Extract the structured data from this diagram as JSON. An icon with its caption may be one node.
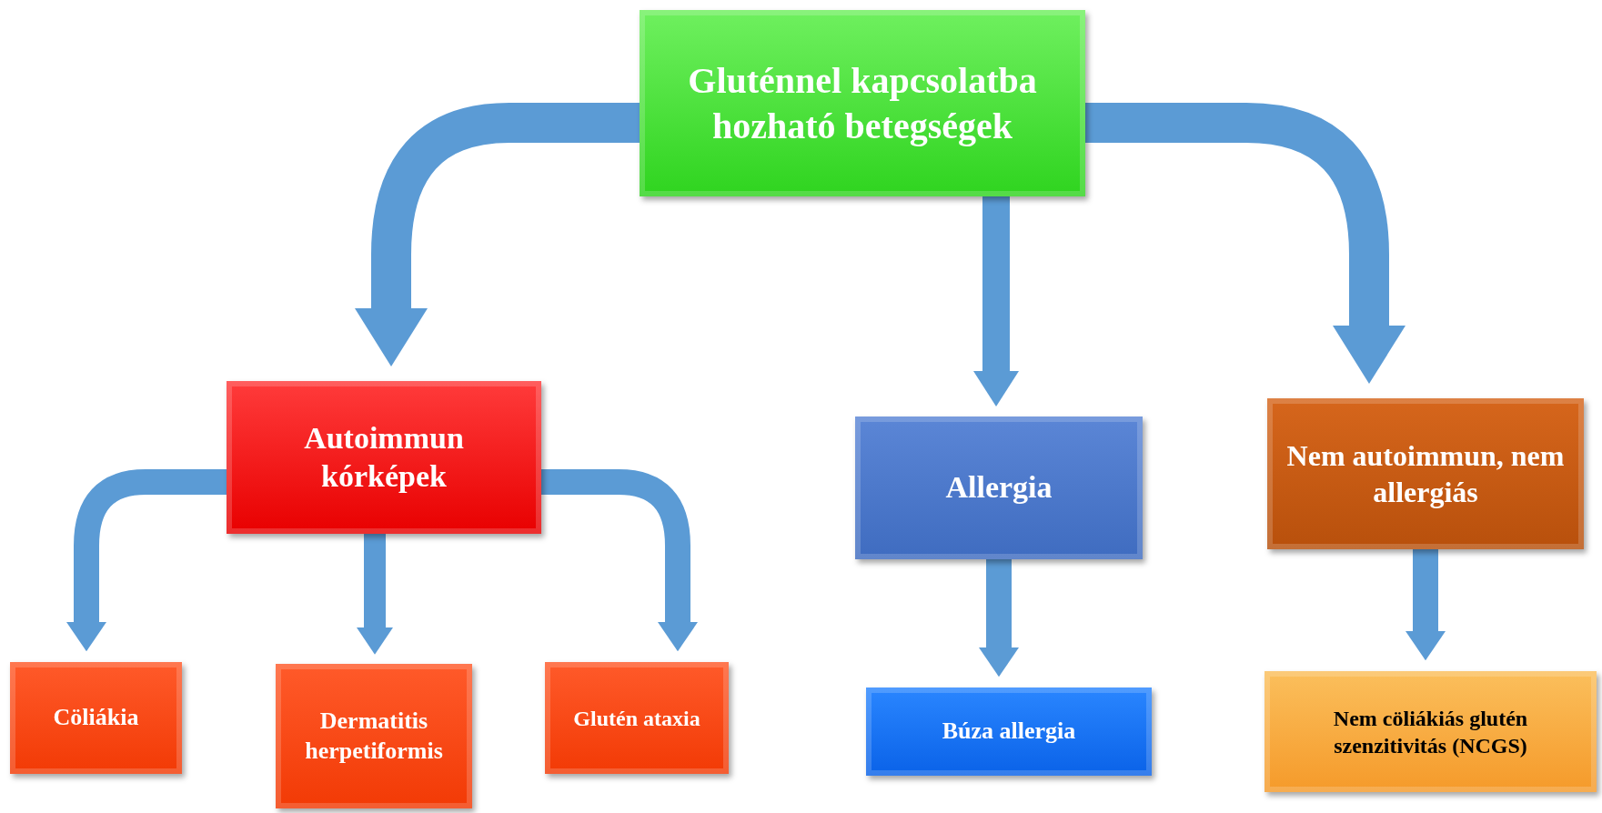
{
  "diagram": {
    "nodes": [
      {
        "text": [
          "Gluténnel kapcsolatba hozható betegségek"
        ]
      },
      {
        "text": [
          "Autoimmun kórképek"
        ]
      },
      {
        "text": [
          "Allergia"
        ]
      },
      {
        "text": [
          "Nem autoimmun, nem allergiás"
        ]
      },
      {
        "text": [
          "Cöliákia"
        ]
      },
      {
        "text": [
          "Dermatitis herpetiformis"
        ]
      },
      {
        "text": [
          "Glutén ataxia"
        ]
      },
      {
        "text": [
          "Búza allergia"
        ]
      },
      {
        "text": [
          "Nem cöliákiás glutén szenzitivitás (NCGS)"
        ]
      }
    ],
    "edges": [
      {
        "from": 0,
        "to": 1,
        "arrow": "to"
      },
      {
        "from": 0,
        "to": 2,
        "arrow": "to"
      },
      {
        "from": 0,
        "to": 3,
        "arrow": "to"
      },
      {
        "from": 1,
        "to": 4,
        "arrow": "to"
      },
      {
        "from": 1,
        "to": 5,
        "arrow": "to"
      },
      {
        "from": 1,
        "to": 6,
        "arrow": "to"
      },
      {
        "from": 2,
        "to": 7,
        "arrow": "to"
      },
      {
        "from": 3,
        "to": 8,
        "arrow": "to"
      }
    ]
  }
}
